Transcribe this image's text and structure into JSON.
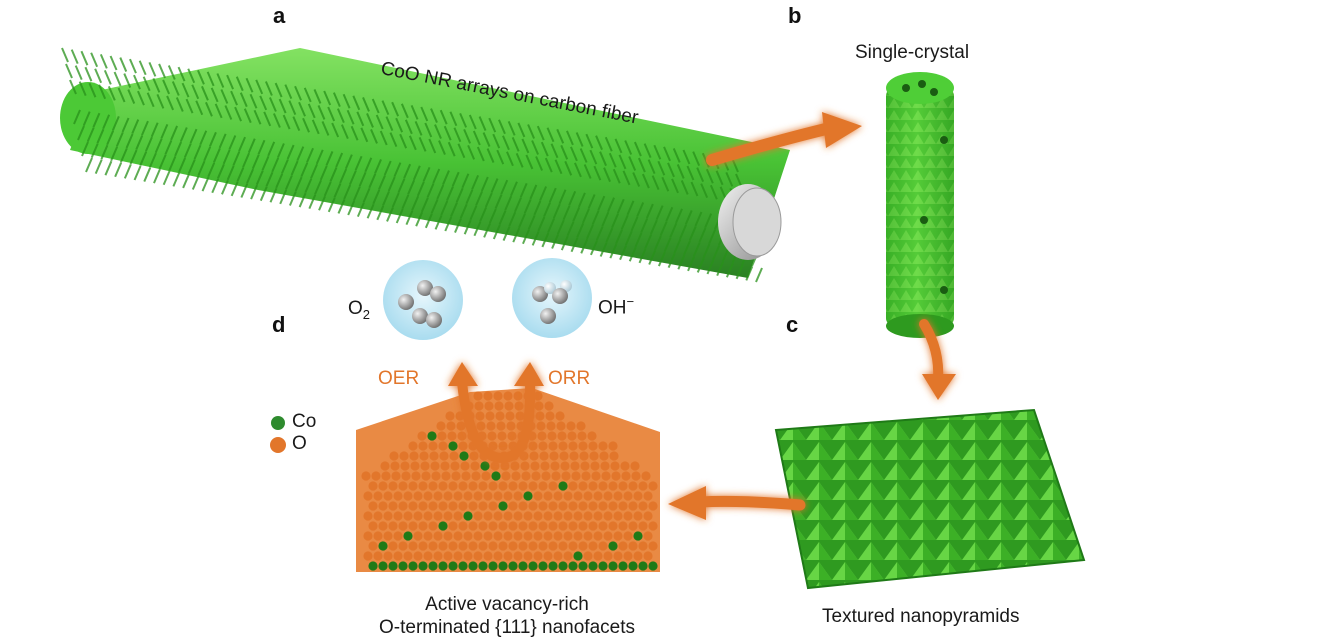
{
  "panels": {
    "a": "a",
    "b": "b",
    "c": "c",
    "d": "d"
  },
  "captions": {
    "fiber": "CoO NR arrays on carbon fiber",
    "single_crystal": "Single-crystal",
    "nanopyramids": "Textured nanopyramids",
    "facets_line1": "Active vacancy-rich",
    "facets_line2": "O-terminated {111} nanofacets"
  },
  "molecules": {
    "o2_base": "O",
    "o2_sub": "2",
    "oh": "OH",
    "oh_sup": "−"
  },
  "reactions": {
    "oer": "OER",
    "orr": "ORR"
  },
  "legend": [
    {
      "label": "Co",
      "color": "#2e8b2e"
    },
    {
      "label": "O",
      "color": "#e2762b"
    }
  ],
  "colors": {
    "green": "#3fbf2a",
    "dark_green": "#1f7a17",
    "orange": "#e2762b",
    "bubble": "#bfe6f5",
    "grey": "#cfcfcf"
  }
}
